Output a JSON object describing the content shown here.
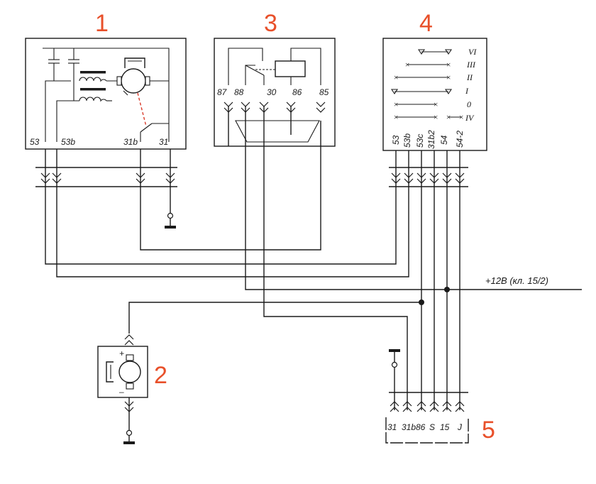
{
  "components": {
    "c1": {
      "number": "1",
      "pins": [
        "53",
        "53b",
        "31b",
        "31"
      ]
    },
    "c2": {
      "number": "2",
      "plus": "+",
      "minus": "–"
    },
    "c3": {
      "number": "3",
      "pins": [
        "87",
        "88",
        "30",
        "86",
        "85"
      ]
    },
    "c4": {
      "number": "4",
      "pins": [
        "53",
        "53b",
        "53c",
        "31b2",
        "54",
        "54-2"
      ],
      "positions": [
        "VI",
        "III",
        "II",
        "I",
        "0",
        "IV"
      ]
    },
    "c5": {
      "number": "5",
      "pins": [
        "31",
        "31b",
        "86",
        "S",
        "15",
        "J"
      ]
    }
  },
  "supply_label": "+12В (кл. 15/2)",
  "colors": {
    "number": "#e8502a",
    "line": "#1a1a1a",
    "dashed_link": "#d93a2a"
  }
}
